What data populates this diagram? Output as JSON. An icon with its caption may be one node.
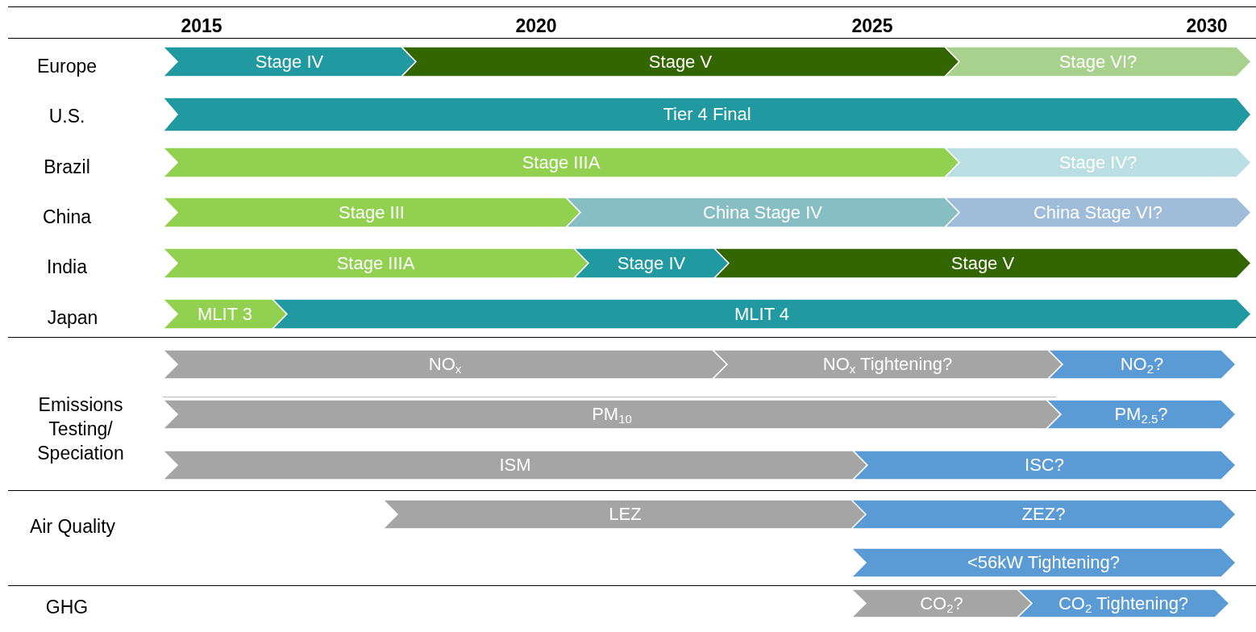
{
  "diagram": {
    "nodes": [
      {
        "text": [
          "Stage IV"
        ]
      },
      {
        "text": [
          "Stage V"
        ]
      },
      {
        "text": [
          "Stage VI?"
        ]
      },
      {
        "text": [
          "Tier 4 Final"
        ]
      },
      {
        "text": [
          "Stage IIIA"
        ]
      },
      {
        "text": [
          "Stage IV?"
        ]
      },
      {
        "text": [
          "Stage III"
        ]
      },
      {
        "text": [
          "China Stage IV"
        ]
      },
      {
        "text": [
          "China Stage VI?"
        ]
      },
      {
        "text": [
          "Stage IIIA"
        ]
      },
      {
        "text": [
          "Stage IV"
        ]
      },
      {
        "text": [
          "Stage V"
        ]
      },
      {
        "text": [
          "MLIT 3"
        ]
      },
      {
        "text": [
          "MLIT 4"
        ]
      },
      {
        "text": [
          "NO$_{x}$"
        ]
      },
      {
        "text": [
          "NO$_{x}$ Tightening?"
        ]
      },
      {
        "text": [
          "NO$_{2}$?"
        ]
      },
      {
        "text": [
          "PM$_{10}$"
        ]
      },
      {
        "text": [
          "PM$_{2.5}$?"
        ]
      },
      {
        "text": [
          "ISM"
        ]
      },
      {
        "text": [
          "ISC?"
        ]
      },
      {
        "text": [
          "LEZ"
        ]
      },
      {
        "text": [
          "ZEZ?"
        ]
      },
      {
        "text": [
          "<56kW Tightening?"
        ]
      },
      {
        "text": [
          "CO$_{2}$?"
        ]
      },
      {
        "text": [
          "CO$_{2}$ Tightening?"
        ]
      }
    ],
    "labels": [
      "2015",
      "2020",
      "2025",
      "2030",
      "Europe",
      "U.S.",
      "Brazil",
      "China",
      "India",
      "Japan",
      "Emissions Testing/ Speciation",
      "Air Quality",
      "GHG"
    ]
  }
}
